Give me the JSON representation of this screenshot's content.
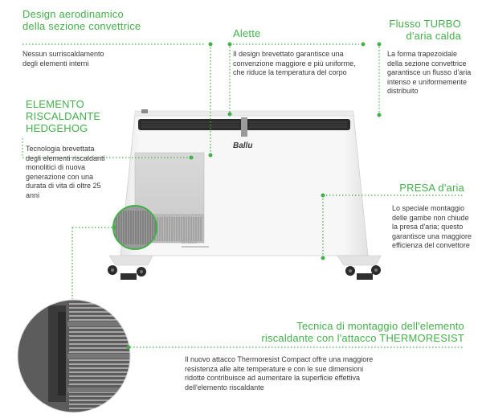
{
  "features": {
    "design": {
      "title_lines": [
        "Design aerodinamico",
        "della sezione convettrice"
      ],
      "desc_lines": [
        "Nessun surriscaldamento",
        "degli elementi interni"
      ]
    },
    "alette": {
      "title_lines": [
        "Alette"
      ],
      "desc_lines": [
        "Il design brevettato garantisce una",
        "convenzione maggiore e più uniforme,",
        "che riduce la temperatura del corpo"
      ]
    },
    "flusso": {
      "title_lines": [
        "Flusso TURBO",
        "d'aria calda"
      ],
      "desc_lines": [
        "La forma trapezoidale",
        "della sezione convettrice",
        "garantisce un flusso d'aria",
        "intenso e uniformemente",
        "distribuito"
      ]
    },
    "elemento": {
      "title_lines": [
        "ELEMENTO",
        "RISCALDANTE",
        "HEDGEHOG"
      ],
      "desc_lines": [
        "Tecnologia brevettata",
        "degli elementi riscaldanti",
        "monolitici di nuova",
        "generazione con una",
        "durata di vita di oltre 25",
        "anni"
      ]
    },
    "presa": {
      "title_lines": [
        "PRESA d'aria"
      ],
      "desc_lines": [
        "Lo speciale montaggio",
        "delle gambe non chiude",
        "la presa d'aria; questo",
        "garantisce una maggiore",
        "efficienza del convettore"
      ]
    },
    "tecnica": {
      "title_lines": [
        "Tecnica di montaggio dell'elemento",
        "riscaldante con l'attacco THERMORESIST"
      ],
      "desc_lines": [
        "Il nuovo attacco Thermoresist Compact offre una maggiore",
        "resistenza alle alte temperature e con le sue dimensioni",
        "ridotte contribuisce ad aumentare la superficie effettiva",
        "dell'elemento riscaldante"
      ]
    }
  },
  "product": {
    "brand": "Ballu"
  },
  "colors": {
    "accent": "#43b049",
    "text": "#3a3a3a",
    "body": "#f4f4f4",
    "grille": "#2b2b2b"
  }
}
